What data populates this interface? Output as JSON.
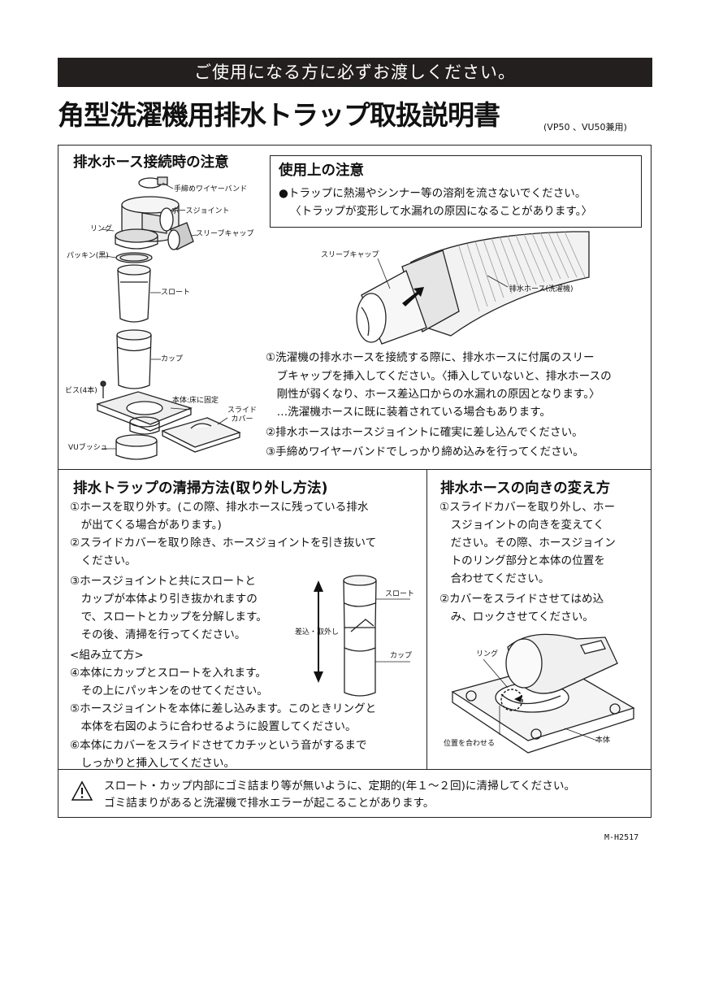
{
  "banner": "ご使用になる方に必ずお渡しください。",
  "title": "角型洗濯機用排水トラップ取扱説明書",
  "model": "(VP50 、VU50兼用)",
  "hose_connect": {
    "heading": "排水ホース接続時の注意",
    "parts": {
      "wire_band": "手締めワイヤーバンド",
      "hose_joint": "ホースジョイント",
      "ring": "リング",
      "sleeve_cap": "スリーブキャップ",
      "packing": "パッキン(黒)",
      "throat": "スロート",
      "cup": "カップ",
      "screw": "ビス(4本)",
      "body": "本体:床に固定",
      "slide_cover": "スライド\nカバー",
      "vu_bush": "VUブッシュ"
    },
    "hose_fig": {
      "sleeve_cap": "スリーブキャップ",
      "hose": "排水ホース(洗濯機)"
    },
    "steps": [
      "①洗濯機の排水ホースを接続する際に、排水ホースに付属のスリー",
      "　ブキャップを挿入してください。〈挿入していないと、排水ホースの",
      "　剛性が弱くなり、ホース差込口からの水漏れの原因となります。〉",
      "　…洗濯機ホースに既に装着されている場合もあります。",
      "②排水ホースはホースジョイントに確実に差し込んでください。",
      "③手締めワイヤーバンドでしっかり締め込みを行ってください。"
    ]
  },
  "caution": {
    "heading": "使用上の注意",
    "lines": [
      "●トラップに熱湯やシンナー等の溶剤を流さないでください。",
      "〈トラップが変形して水漏れの原因になることがあります。〉"
    ]
  },
  "cleaning": {
    "heading": "排水トラップの清掃方法(取り外し方法)",
    "lines_full": [
      "①ホースを取り外す。(この際、排水ホースに残っている排水",
      "　が出てくる場合があります。)",
      "②スライドカバーを取り除き、ホースジョイントを引き抜いて",
      "　ください。"
    ],
    "lines_short": [
      "③ホースジョイントと共にスロートと",
      "　カップが本体より引き抜かれますの",
      "　で、スロートとカップを分解します。",
      "　その後、清掃を行ってください。",
      "<組み立て方>",
      "④本体にカップとスロートを入れます。",
      "　その上にパッキンをのせてください。"
    ],
    "lines_bottom": [
      "⑤ホースジョイントを本体に差し込みます。このときリングと",
      "　本体を右図のように合わせるように設置してください。",
      "⑥本体にカバーをスライドさせてカチッという音がするまで",
      "　しっかりと挿入してください。"
    ],
    "fig": {
      "throat": "スロート",
      "cup": "カップ",
      "arrow": "差込・取外し"
    }
  },
  "direction": {
    "heading": "排水ホースの向きの変え方",
    "lines": [
      "①スライドカバーを取り外し、ホー",
      "　スジョイントの向きを変えてく",
      "　ださい。その際、ホースジョイン",
      "　トのリング部分と本体の位置を",
      "　合わせてください。",
      "②カバーをスライドさせてはめ込",
      "　み、ロックさせてください。"
    ],
    "fig": {
      "ring": "リング",
      "align": "位置を合わせる",
      "body": "本体"
    }
  },
  "warning": [
    "スロート・カップ内部にゴミ詰まり等が無いように、定期的(年１～２回)に清掃してください。",
    "ゴミ詰まりがあると洗濯機で排水エラーが起こることがあります。"
  ],
  "doc_code": "M-H2517"
}
